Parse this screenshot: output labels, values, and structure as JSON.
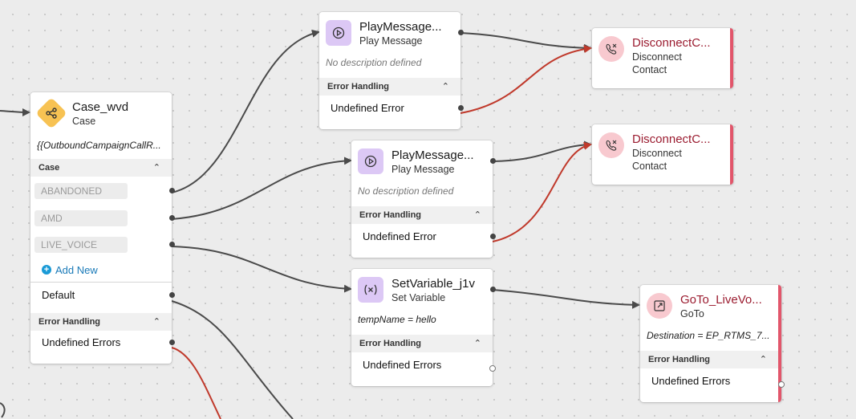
{
  "colors": {
    "edge": "#4a4a4a",
    "error_edge": "#c0392b",
    "accent_red": "#9b1c30",
    "flag": "#e2566b"
  },
  "case_node": {
    "icon": "branch-icon",
    "title": "Case_wvd",
    "subtitle": "Case",
    "expression": "{{OutboundCampaignCallR...",
    "section_label": "Case",
    "cases": [
      "ABANDONED",
      "AMD",
      "LIVE_VOICE"
    ],
    "add_new": "Add New",
    "default_label": "Default",
    "error_section": "Error Handling",
    "error_label": "Undefined Errors"
  },
  "play1": {
    "icon": "play-icon",
    "title": "PlayMessage...",
    "subtitle": "Play Message",
    "description": "No description defined",
    "error_section": "Error Handling",
    "error_label": "Undefined Error"
  },
  "play2": {
    "icon": "play-icon",
    "title": "PlayMessage...",
    "subtitle": "Play Message",
    "description": "No description defined",
    "error_section": "Error Handling",
    "error_label": "Undefined Error"
  },
  "setvar": {
    "icon": "variable-icon",
    "title": "SetVariable_j1v",
    "subtitle": "Set Variable",
    "description": "tempName = hello",
    "error_section": "Error Handling",
    "error_label": "Undefined Errors"
  },
  "disc1": {
    "icon": "phone-disconnect-icon",
    "title": "DisconnectC...",
    "subtitle_1": "Disconnect",
    "subtitle_2": "Contact"
  },
  "disc2": {
    "icon": "phone-disconnect-icon",
    "title": "DisconnectC...",
    "subtitle_1": "Disconnect",
    "subtitle_2": "Contact"
  },
  "goto": {
    "icon": "goto-icon",
    "title": "GoTo_LiveVo...",
    "subtitle": "GoTo",
    "description": "Destination = EP_RTMS_7...",
    "error_section": "Error Handling",
    "error_label": "Undefined Errors"
  }
}
